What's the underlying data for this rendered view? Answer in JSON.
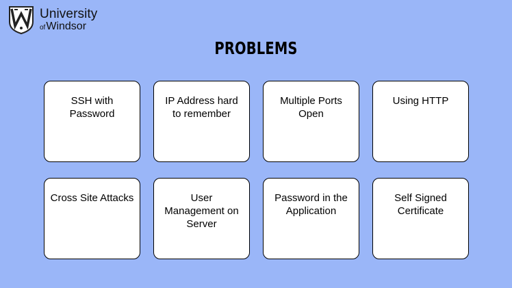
{
  "logo": {
    "icon": "university-crest-icon",
    "line1": "University",
    "line2_prefix": "of",
    "line2_name": "Windsor"
  },
  "title": "PROBLEMS",
  "cards": [
    {
      "label": "SSH with Password"
    },
    {
      "label": "IP Address hard to remember"
    },
    {
      "label": "Multiple Ports Open"
    },
    {
      "label": "Using HTTP"
    },
    {
      "label": "Cross Site Attacks"
    },
    {
      "label": "User Management on Server"
    },
    {
      "label": "Password in the Application"
    },
    {
      "label": "Self Signed Certificate"
    }
  ],
  "colors": {
    "background": "#9ab6f8",
    "card": "#ffffff",
    "border": "#000000"
  }
}
